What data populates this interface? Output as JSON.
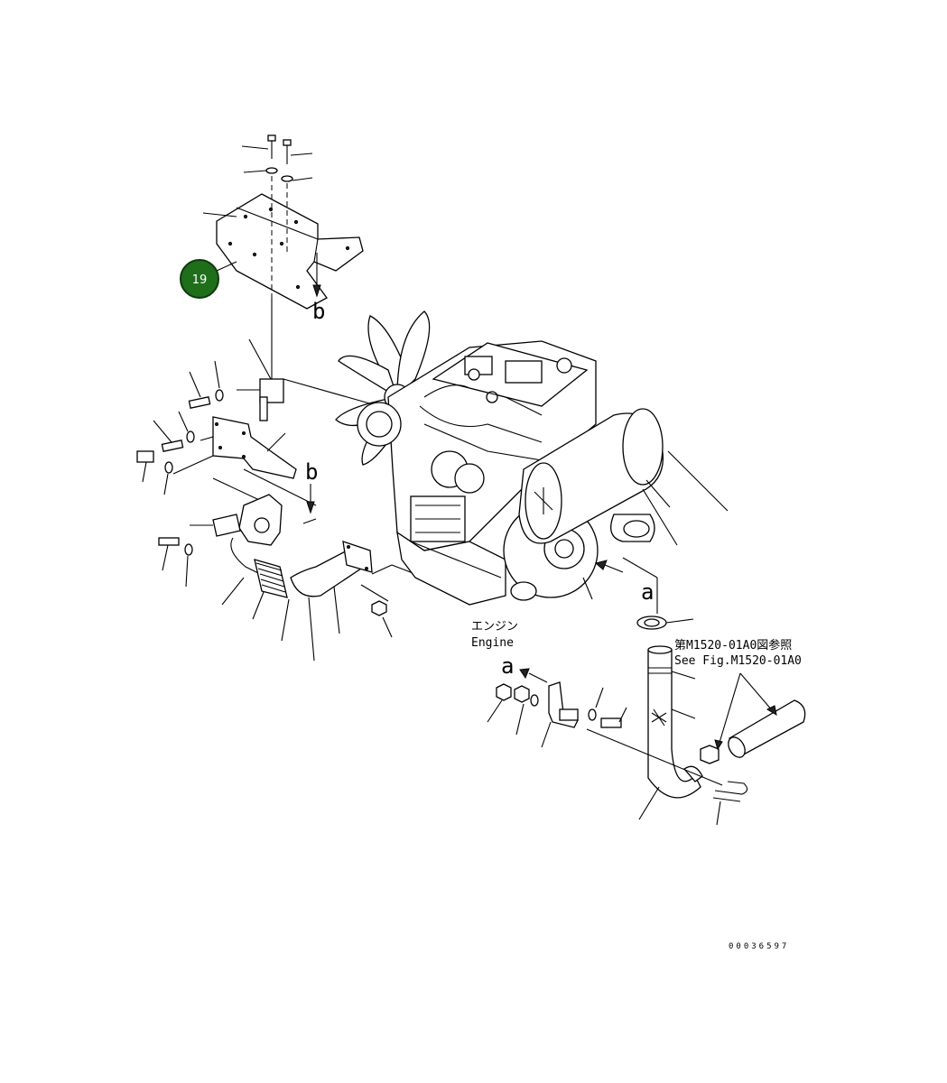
{
  "diagram": {
    "callout_marker": {
      "label": "19",
      "color": "#1f6e1a"
    },
    "view_labels": {
      "a_top": "a",
      "a_bottom": "a",
      "b_top": "b",
      "b_mid": "b"
    },
    "engine_label": {
      "japanese": "エンジン",
      "english": "Engine"
    },
    "reference_note": {
      "japanese": "第M1520-01A0図参照",
      "english": "See Fig.M1520-01A0"
    },
    "drawing_number": "00036597"
  }
}
